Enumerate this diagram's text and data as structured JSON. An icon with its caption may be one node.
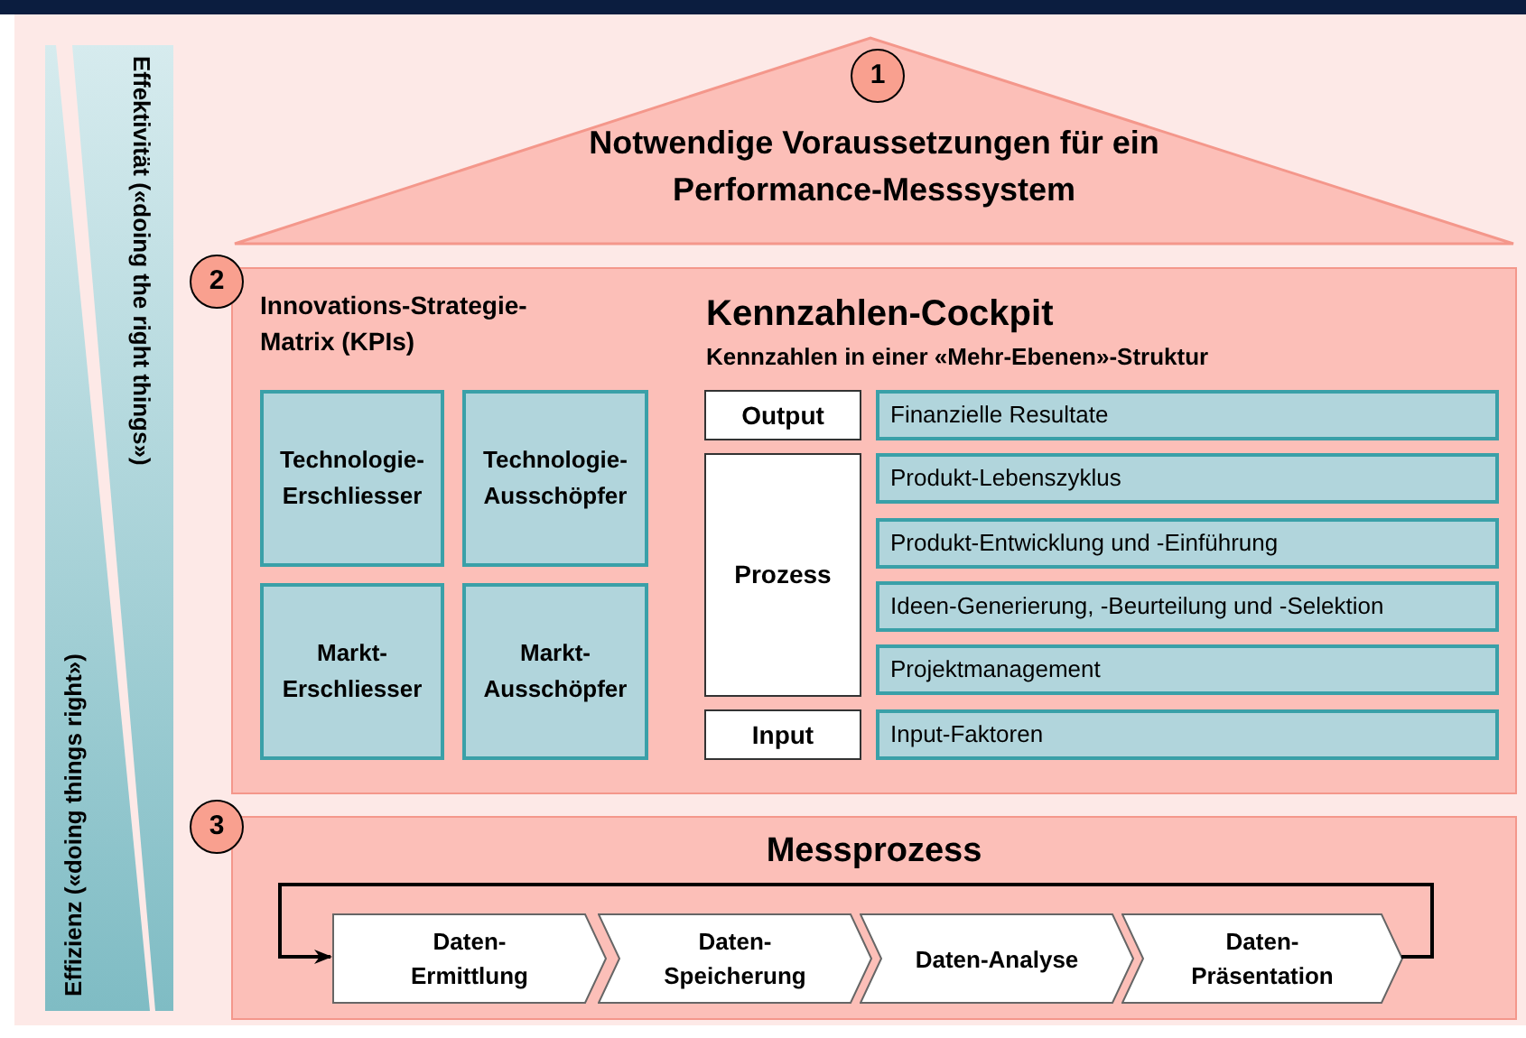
{
  "diagram": {
    "nodes": [
      {
        "text": [
          "Notwendige Voraussetzungen für ein Performance-Messsystem"
        ]
      },
      {
        "text": [
          "1"
        ],
        "in": 0
      },
      {
        "text": [
          "Innovations-Strategie-Matrix (KPIs)",
          "Kennzahlen-Cockpit",
          "Kennzahlen in einer «Mehr-Ebenen»-Struktur"
        ]
      },
      {
        "text": [
          "2"
        ]
      },
      {
        "text": [
          "Technologie-Erschliesser"
        ],
        "in": 2
      },
      {
        "text": [
          "Technologie-Ausschöpfer"
        ],
        "in": 2
      },
      {
        "text": [
          "Markt-Erschliesser"
        ],
        "in": 2
      },
      {
        "text": [
          "Markt-Ausschöpfer"
        ],
        "in": 2
      },
      {
        "text": [
          "Output"
        ],
        "in": 2
      },
      {
        "text": [
          "Prozess"
        ],
        "in": 2
      },
      {
        "text": [
          "Input"
        ],
        "in": 2
      },
      {
        "text": [
          "Finanzielle Resultate"
        ],
        "in": 2
      },
      {
        "text": [
          "Produkt-Lebenszyklus"
        ],
        "in": 2
      },
      {
        "text": [
          "Produkt-Entwicklung und -Einführung"
        ],
        "in": 2
      },
      {
        "text": [
          "Ideen-Generierung, -Beurteilung und -Selektion"
        ],
        "in": 2
      },
      {
        "text": [
          "Projektmanagement"
        ],
        "in": 2
      },
      {
        "text": [
          "Input-Faktoren"
        ],
        "in": 2
      },
      {
        "text": [
          "Messprozess"
        ]
      },
      {
        "text": [
          "3"
        ]
      },
      {
        "text": [
          "Daten-Ermittlung"
        ],
        "in": 17
      },
      {
        "text": [
          "Daten-Speicherung"
        ],
        "in": 17
      },
      {
        "text": [
          "Daten-Analyse"
        ],
        "in": 17
      },
      {
        "text": [
          "Daten-Präsentation"
        ],
        "in": 17
      },
      {
        "text": [
          "Effektivität («doing the right things»)"
        ]
      },
      {
        "text": [
          "Effizienz («doing things right»)"
        ]
      }
    ],
    "edges": [
      {
        "from": 22,
        "to": 19,
        "arrow": "to"
      }
    ]
  }
}
